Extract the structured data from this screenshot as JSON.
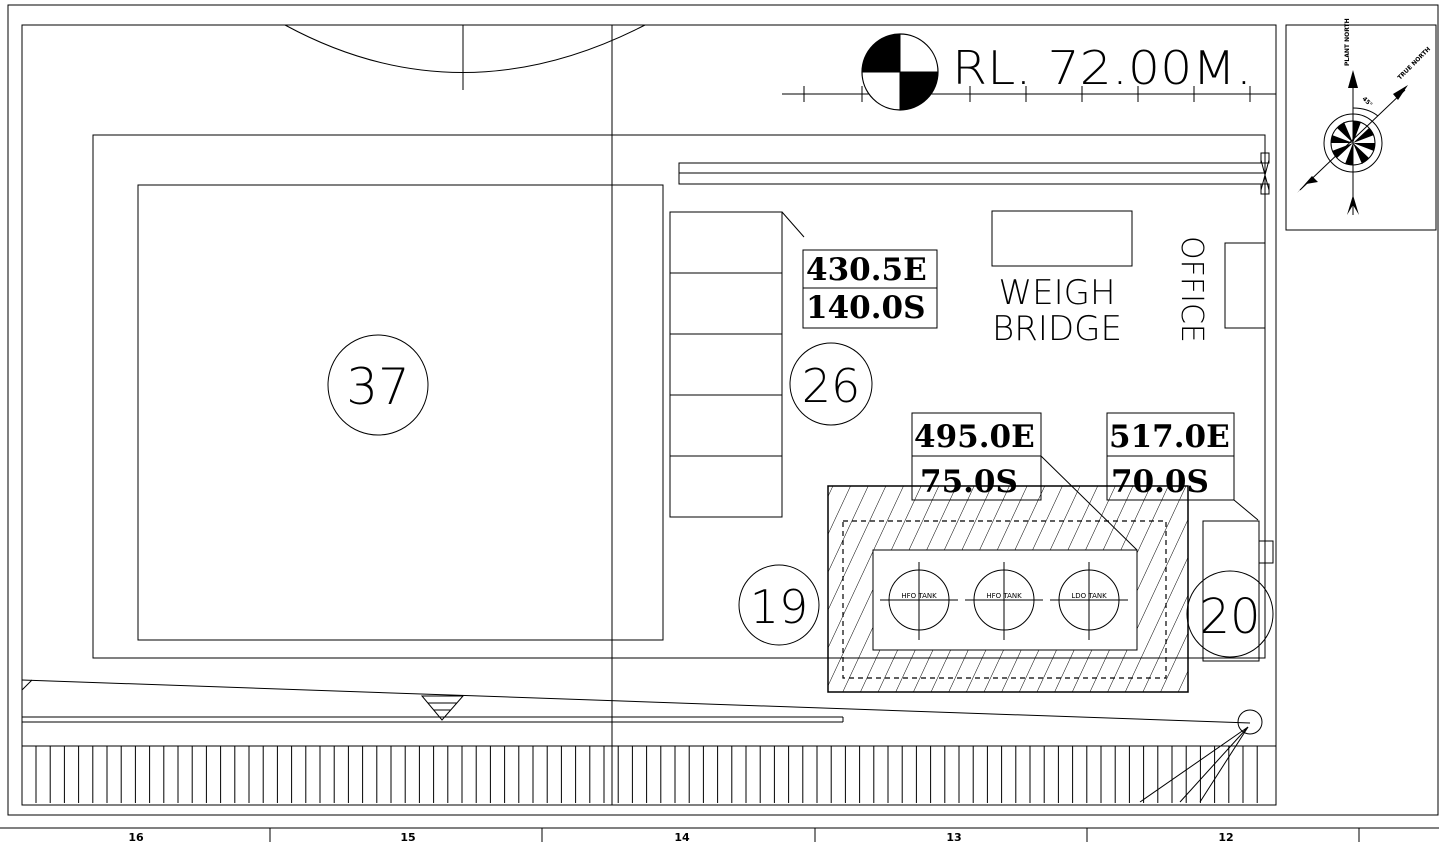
{
  "level_marker": {
    "label": "RL. 72.00M."
  },
  "north_arrow": {
    "plant_north": "PLANT NORTH",
    "true_north": "TRUE NORTH",
    "angle": "45°"
  },
  "coordinates": [
    {
      "east": "430.5E",
      "south": "140.0S"
    },
    {
      "east": "495.0E",
      "south": "75.0S"
    },
    {
      "east": "517.0E",
      "south": "70.0S"
    }
  ],
  "areas": {
    "weigh_bridge": "WEIGH BRIDGE",
    "weigh_line1": "WEIGH",
    "weigh_line2": "BRIDGE",
    "office": "OFFICE"
  },
  "tanks": [
    "HFO TANK",
    "HFO TANK",
    "LDO TANK"
  ],
  "markers": [
    "37",
    "26",
    "19",
    "20"
  ],
  "grid_columns": [
    "16",
    "15",
    "14",
    "13",
    "12"
  ]
}
